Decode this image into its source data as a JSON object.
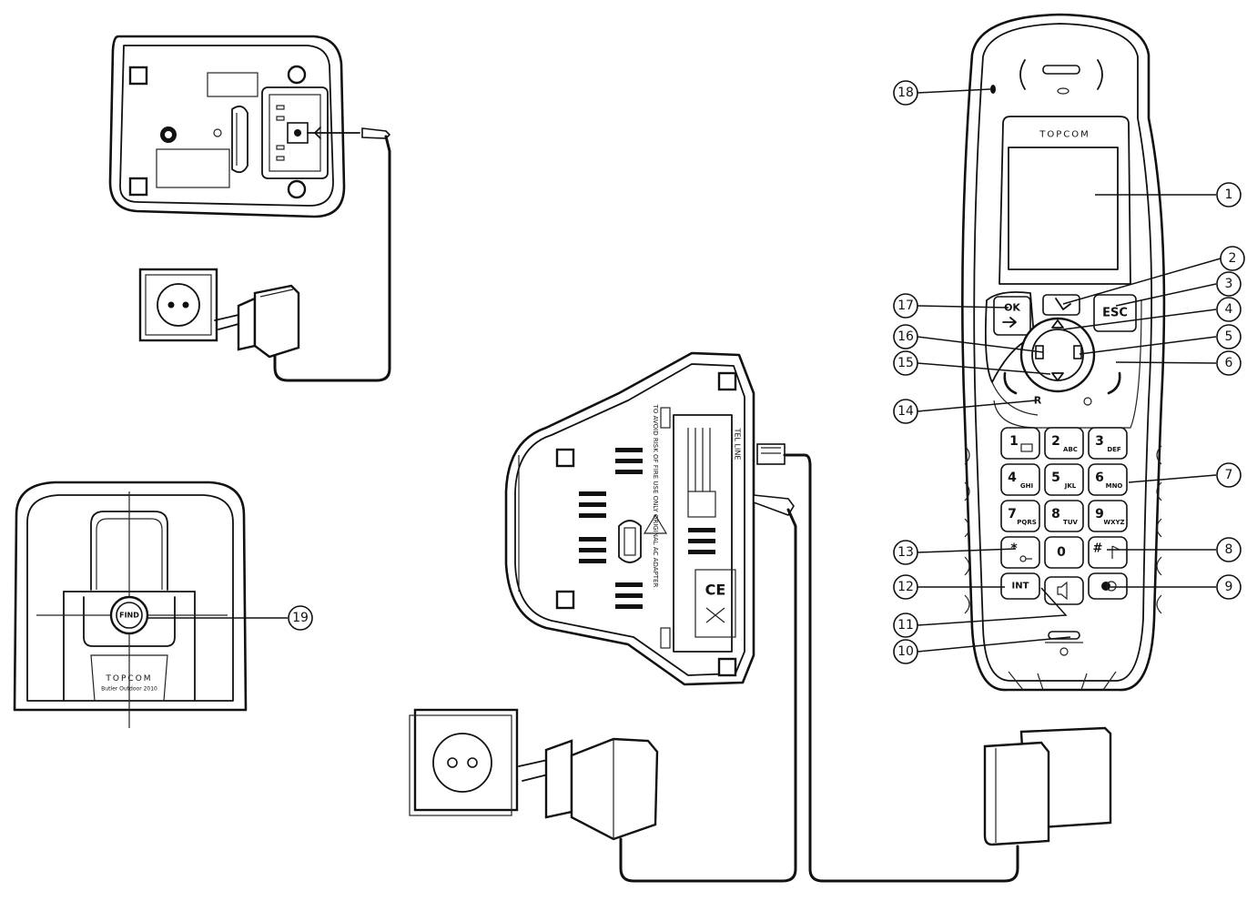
{
  "handset": {
    "brand": "TOPCOM",
    "ok_label": "OK",
    "esc_label": "ESC",
    "r_label": "R",
    "int_label": "INT",
    "keys": [
      {
        "digit": "1",
        "letters": ""
      },
      {
        "digit": "2",
        "letters": "ABC"
      },
      {
        "digit": "3",
        "letters": "DEF"
      },
      {
        "digit": "4",
        "letters": "GHI"
      },
      {
        "digit": "5",
        "letters": "JKL"
      },
      {
        "digit": "6",
        "letters": "MNO"
      },
      {
        "digit": "7",
        "letters": "PQRS"
      },
      {
        "digit": "8",
        "letters": "TUV"
      },
      {
        "digit": "9",
        "letters": "WXYZ"
      },
      {
        "digit": "*",
        "letters": ""
      },
      {
        "digit": "0",
        "letters": ""
      },
      {
        "digit": "#",
        "letters": ""
      }
    ]
  },
  "charger": {
    "brand": "TOPCOM",
    "model": "Butler Outdoor 2010",
    "page_button_label": "FIND"
  },
  "base": {
    "tel_line_label": "TEL LINE",
    "adapter_warning": "TO AVOID RISK OF FIRE USE ONLY ORIGINAL AC ADAPTER",
    "ce_mark": "CE"
  },
  "callouts": [
    "1",
    "2",
    "3",
    "4",
    "5",
    "6",
    "7",
    "8",
    "9",
    "10",
    "11",
    "12",
    "13",
    "14",
    "15",
    "16",
    "17",
    "18",
    "19"
  ],
  "icons": [
    "power-socket-icon",
    "plug-adapter-icon",
    "phone-wall-jack-icon",
    "dc-jack-icon"
  ]
}
